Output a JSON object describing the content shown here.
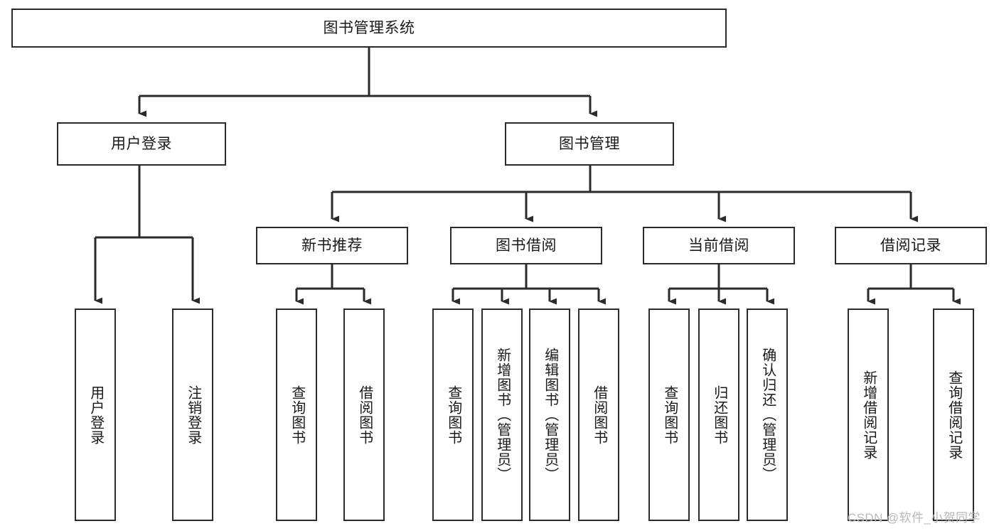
{
  "diagram": {
    "type": "tree-hierarchy-chart",
    "title": "图书管理系统",
    "orientation": "top-down",
    "stroke_color": "#2b2b2b",
    "fill_color": "#ffffff",
    "text_color": "#1a1a1a"
  },
  "root": {
    "label": "图书管理系统"
  },
  "level2": [
    {
      "label": "用户登录"
    },
    {
      "label": "图书管理"
    }
  ],
  "level3": [
    {
      "label": "新书推荐"
    },
    {
      "label": "图书借阅"
    },
    {
      "label": "当前借阅"
    },
    {
      "label": "借阅记录"
    }
  ],
  "leaves": {
    "user_login": [
      {
        "label": "用户登录"
      },
      {
        "label": "注销登录"
      }
    ],
    "new_book_recommend": [
      {
        "label": "查询图书"
      },
      {
        "label": "借阅图书"
      }
    ],
    "book_borrow": [
      {
        "label": "查询图书"
      },
      {
        "label": "新增图书（管理员）"
      },
      {
        "label": "编辑图书（管理员）"
      },
      {
        "label": "借阅图书"
      }
    ],
    "current_borrow": [
      {
        "label": "查询图书"
      },
      {
        "label": "归还图书"
      },
      {
        "label": "确认归还（管理员）"
      }
    ],
    "borrow_record": [
      {
        "label": "新增借阅记录"
      },
      {
        "label": "查询借阅记录"
      }
    ]
  },
  "watermark": {
    "text": "CSDN @软件_小贺同学"
  }
}
